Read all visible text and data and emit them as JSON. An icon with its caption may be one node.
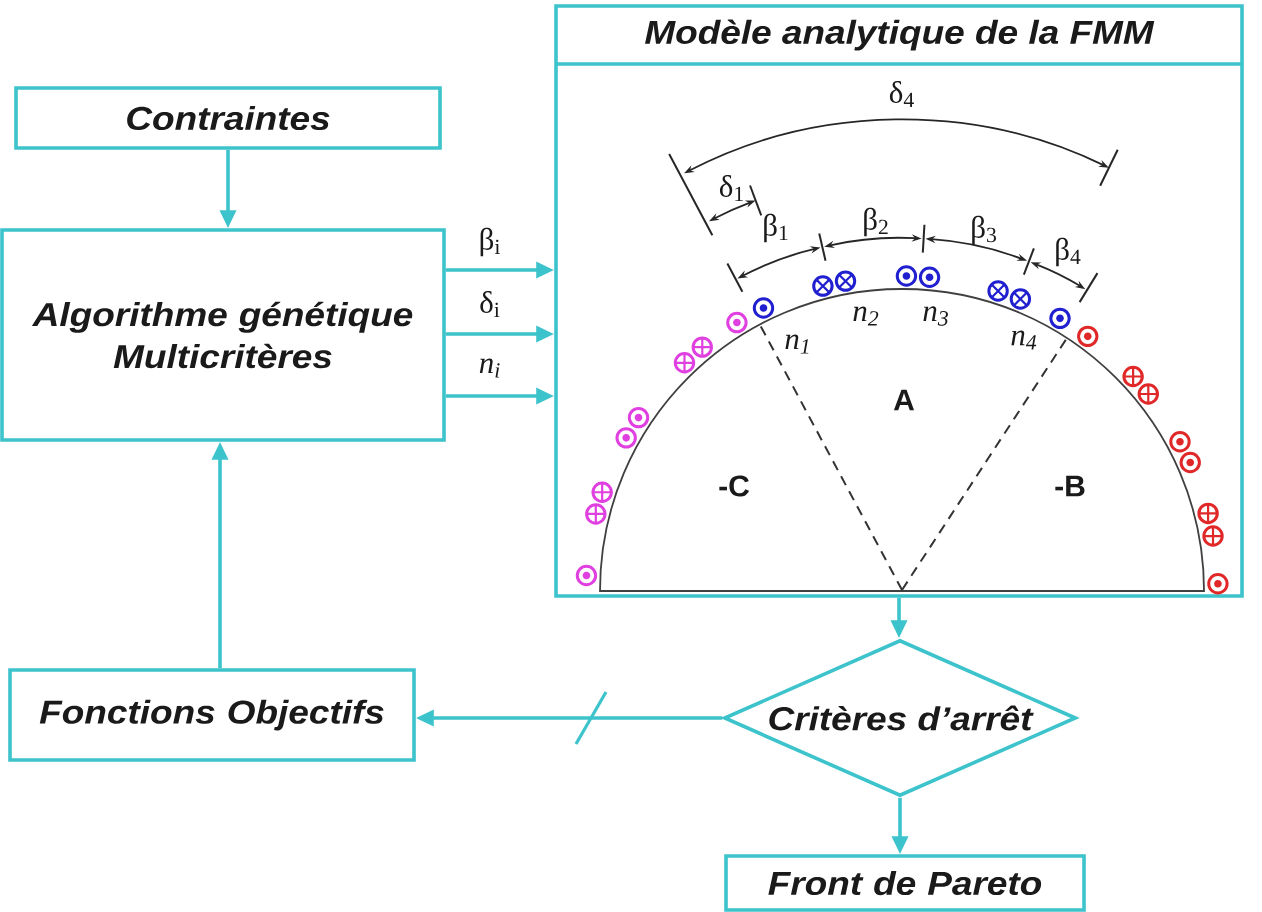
{
  "diagram": {
    "nodes": [
      {
        "text": [
          "Contraintes"
        ]
      },
      {
        "text": [
          "Algorithme génétique Multicritères"
        ]
      },
      {
        "text": [
          "Modèle analytique de la FMM"
        ]
      },
      {
        "text": [
          "Fonctions Objectifs"
        ]
      },
      {
        "text": [
          "Critères d’arrêt"
        ]
      },
      {
        "text": [
          "Front de Pareto"
        ]
      }
    ],
    "edges": [
      {
        "from": 0,
        "to": 1,
        "arrow": "to"
      },
      {
        "from": 1,
        "to": 2,
        "arrow": "to",
        "label": "β$_{i}$"
      },
      {
        "from": 1,
        "to": 2,
        "arrow": "to",
        "label": "δ$_{i}$"
      },
      {
        "from": 1,
        "to": 2,
        "arrow": "to",
        "label": "n$_{i}$"
      },
      {
        "from": 3,
        "to": 1,
        "arrow": "to"
      },
      {
        "from": 2,
        "to": 4,
        "arrow": "to"
      },
      {
        "from": 4,
        "to": 3,
        "arrow": "to"
      },
      {
        "from": 4,
        "to": 5,
        "arrow": "to"
      }
    ],
    "labels": [
      "δ$_{4}$",
      "δ$_{1}$",
      "β$_{1}$",
      "β$_{2}$",
      "β$_{3}$",
      "β$_{4}$",
      "n$_{1}$",
      "n$_{2}$",
      "n$_{3}$",
      "n$_{4}$",
      "A",
      "-C",
      "-B"
    ]
  }
}
